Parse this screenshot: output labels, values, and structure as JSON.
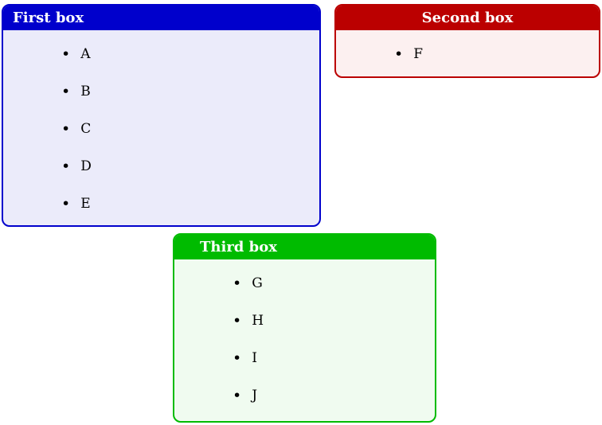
{
  "bullet_glyph": "•",
  "boxes": [
    {
      "title": "First box",
      "items": [
        "A",
        "B",
        "C",
        "D",
        "E"
      ],
      "border_color": "#0000cc",
      "title_bg": "#0000cc",
      "body_bg": "#ebebfa",
      "title_align": "left"
    },
    {
      "title": "Second box",
      "items": [
        "F"
      ],
      "border_color": "#bb0000",
      "title_bg": "#bb0000",
      "body_bg": "#fcf0f0",
      "title_align": "center"
    },
    {
      "title": "Third box",
      "items": [
        "G",
        "H",
        "I",
        "J"
      ],
      "border_color": "#00bb00",
      "title_bg": "#00bb00",
      "body_bg": "#f0fbf0",
      "title_align": "left"
    }
  ]
}
